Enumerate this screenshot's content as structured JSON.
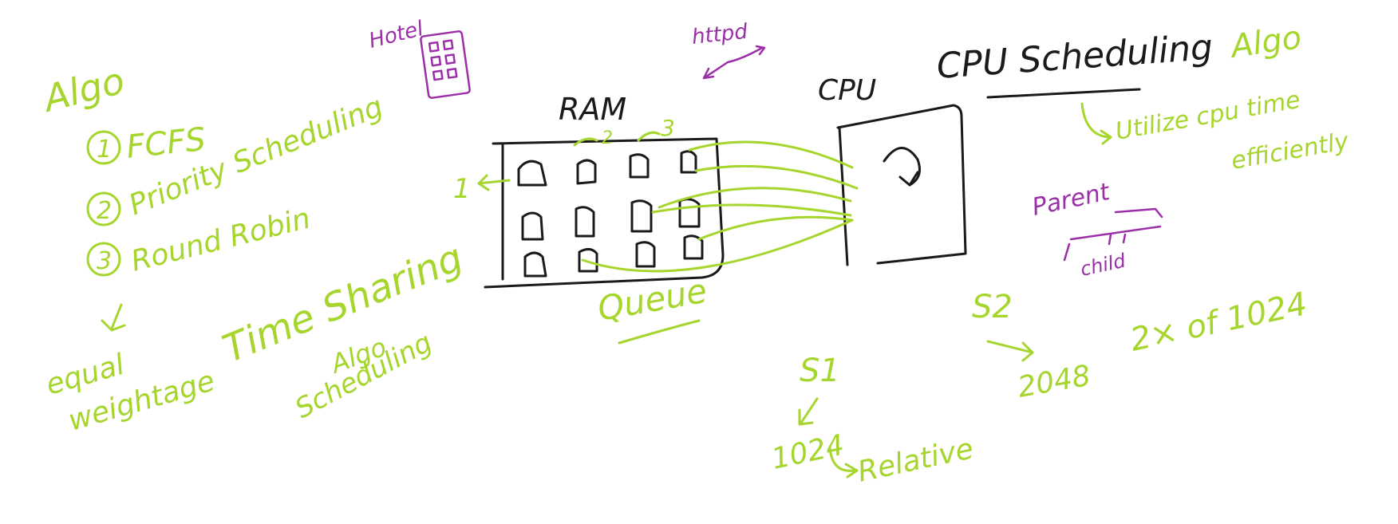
{
  "colors": {
    "green_ink": "#a6d62e",
    "black_ink": "#1a1a1a",
    "purple_ink": "#9b2fa8",
    "background": "#ffffff"
  },
  "left_notes": {
    "heading": "Algo",
    "item1": "FCFS",
    "item2": "Priority Scheduling",
    "item3": "Round Robin",
    "note_line1": "equal",
    "note_line2": "weightage",
    "time_sharing": "Time Sharing",
    "algo_line1": "Algo",
    "algo_line2": "Scheduling"
  },
  "center": {
    "ram_label": "RAM",
    "cpu_label": "CPU",
    "process_1": "1",
    "process_2": "2",
    "process_3": "3",
    "queue_label": "Queue",
    "note_top": "httpd",
    "note_left": "Hotel"
  },
  "right_notes": {
    "title": "CPU Scheduling",
    "title_suffix": "Algo",
    "utilize_line1": "Utilize cpu time",
    "utilize_line2": "efficiently",
    "parent": "Parent",
    "child": "child",
    "s2": "S2",
    "s2_value": "2048",
    "s2_relation": "2× of 1024",
    "s1": "S1",
    "s1_value": "1024",
    "relative": "Relative"
  }
}
